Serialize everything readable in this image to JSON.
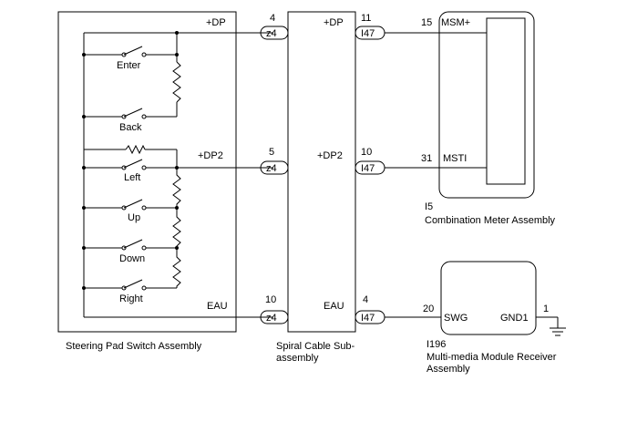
{
  "assemblies": {
    "steering_pad": {
      "label": "Steering Pad Switch Assembly"
    },
    "spiral_cable": {
      "label_line1": "Spiral Cable Sub-",
      "label_line2": "assembly"
    },
    "combination_meter": {
      "code": "I5",
      "label": "Combination Meter Assembly"
    },
    "multimedia": {
      "code": "I196",
      "label_line1": "Multi-media Module Receiver",
      "label_line2": "Assembly"
    }
  },
  "switches": {
    "enter": "Enter",
    "back": "Back",
    "left": "Left",
    "up": "Up",
    "down": "Down",
    "right": "Right"
  },
  "circuits": {
    "dp": {
      "pad_label": "+DP",
      "pad_pin": "4",
      "connector_a": "z4",
      "cable_label": "+DP",
      "cable_pin": "11",
      "connector_b": "I47",
      "target_pin": "15",
      "target_label": "MSM+"
    },
    "dp2": {
      "pad_label": "+DP2",
      "pad_pin": "5",
      "connector_a": "z4",
      "cable_label": "+DP2",
      "cable_pin": "10",
      "connector_b": "I47",
      "target_pin": "31",
      "target_label": "MSTI"
    },
    "eau": {
      "pad_label": "EAU",
      "pad_pin": "10",
      "connector_a": "z4",
      "cable_label": "EAU",
      "cable_pin": "4",
      "connector_b": "I47",
      "target_pin": "20",
      "target_label": "SWG"
    }
  },
  "ground": {
    "label": "GND1",
    "pin": "1"
  }
}
